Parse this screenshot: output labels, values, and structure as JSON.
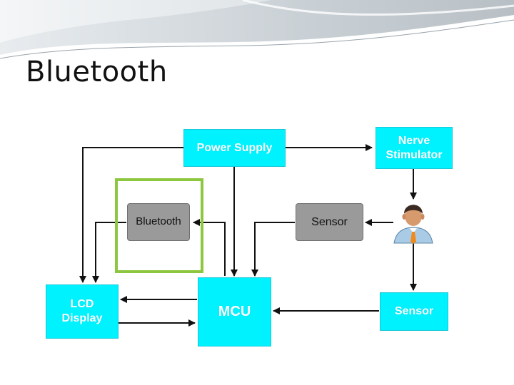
{
  "slide": {
    "title": "Bluetooth"
  },
  "diagram": {
    "blocks": {
      "power_supply": "Power Supply",
      "nerve_stimulator": "Nerve\nStimulator",
      "bluetooth": "Bluetooth",
      "sensor_gray": "Sensor",
      "lcd_display": "LCD\nDisplay",
      "mcu": "MCU",
      "sensor_cyan": "Sensor"
    },
    "colors": {
      "block_cyan": "#00f2ff",
      "block_gray": "#9a9a9a",
      "highlight": "#8dc63f",
      "arrow": "#111111"
    },
    "person_icon": "person-icon"
  }
}
